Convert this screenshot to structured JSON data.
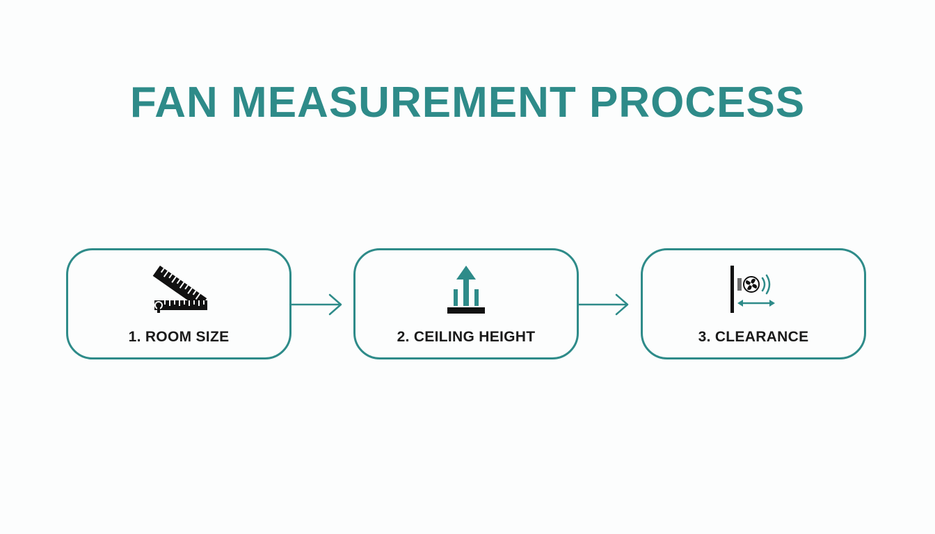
{
  "title": "FAN MEASUREMENT PROCESS",
  "colors": {
    "accent": "#2e8b89",
    "text": "#1a1a1a",
    "icon_dark": "#111111",
    "background": "#fcfdfd"
  },
  "steps": [
    {
      "label": "1. ROOM SIZE",
      "icon": "ruler-icon"
    },
    {
      "label": "2. CEILING HEIGHT",
      "icon": "ceiling-height-arrow-icon"
    },
    {
      "label": "3. CLEARANCE",
      "icon": "fan-clearance-icon"
    }
  ],
  "connectors": [
    "arrow-right-icon",
    "arrow-right-icon"
  ]
}
